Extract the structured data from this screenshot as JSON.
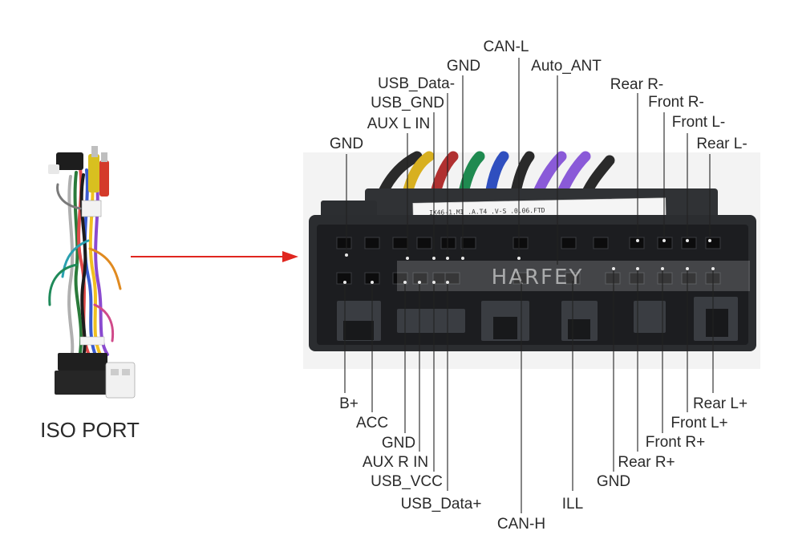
{
  "colors": {
    "connector_body": "#2b2d30",
    "connector_face": "#1c1d20",
    "arrow": "#e0261f",
    "label_text": "#2a2a2a",
    "leader_line": "#222222"
  },
  "iso_port": {
    "title": "ISO PORT",
    "image": "wire-harness-photo"
  },
  "connector": {
    "watermark": "HARFEY",
    "sticker_text": "IX46-1.MI  .A.T4 .V-S .0.06.FTD"
  },
  "top_labels": [
    {
      "id": "can-l",
      "text": "CAN-L"
    },
    {
      "id": "gnd-1",
      "text": "GND"
    },
    {
      "id": "auto-ant",
      "text": "Auto_ANT"
    },
    {
      "id": "usb-data-minus",
      "text": "USB_Data-"
    },
    {
      "id": "rear-r-minus",
      "text": "Rear R-"
    },
    {
      "id": "usb-gnd",
      "text": "USB_GND"
    },
    {
      "id": "front-r-minus",
      "text": "Front R-"
    },
    {
      "id": "aux-l-in",
      "text": "AUX L IN"
    },
    {
      "id": "front-l-minus",
      "text": "Front L-"
    },
    {
      "id": "gnd-2",
      "text": "GND"
    },
    {
      "id": "rear-l-minus",
      "text": "Rear L-"
    }
  ],
  "bottom_labels": [
    {
      "id": "b-plus",
      "text": "B+"
    },
    {
      "id": "rear-l-plus",
      "text": "Rear L+"
    },
    {
      "id": "acc",
      "text": "ACC"
    },
    {
      "id": "front-l-plus",
      "text": "Front L+"
    },
    {
      "id": "gnd-3",
      "text": "GND"
    },
    {
      "id": "front-r-plus",
      "text": "Front R+"
    },
    {
      "id": "aux-r-in",
      "text": "AUX R IN"
    },
    {
      "id": "rear-r-plus",
      "text": "Rear R+"
    },
    {
      "id": "usb-vcc",
      "text": "USB_VCC"
    },
    {
      "id": "gnd-4",
      "text": "GND"
    },
    {
      "id": "usb-data-plus",
      "text": "USB_Data+"
    },
    {
      "id": "ill",
      "text": "ILL"
    },
    {
      "id": "can-h",
      "text": "CAN-H"
    }
  ]
}
